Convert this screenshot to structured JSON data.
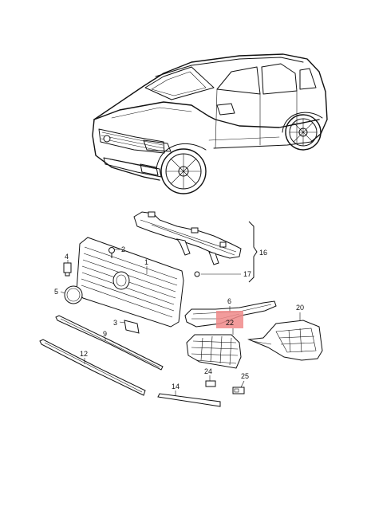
{
  "diagram": {
    "callouts": [
      {
        "id": "c1",
        "text": "1"
      },
      {
        "id": "c2",
        "text": "2"
      },
      {
        "id": "c3",
        "text": "3"
      },
      {
        "id": "c4",
        "text": "4"
      },
      {
        "id": "c5",
        "text": "5"
      },
      {
        "id": "c6",
        "text": "6"
      },
      {
        "id": "c9",
        "text": "9"
      },
      {
        "id": "c12",
        "text": "12"
      },
      {
        "id": "c14",
        "text": "14"
      },
      {
        "id": "c16",
        "text": "16"
      },
      {
        "id": "c17",
        "text": "17"
      },
      {
        "id": "c20",
        "text": "20"
      },
      {
        "id": "c22",
        "text": "22"
      },
      {
        "id": "c24",
        "text": "24"
      },
      {
        "id": "c25",
        "text": "25"
      }
    ],
    "highlight_color": "#f08a8a"
  }
}
